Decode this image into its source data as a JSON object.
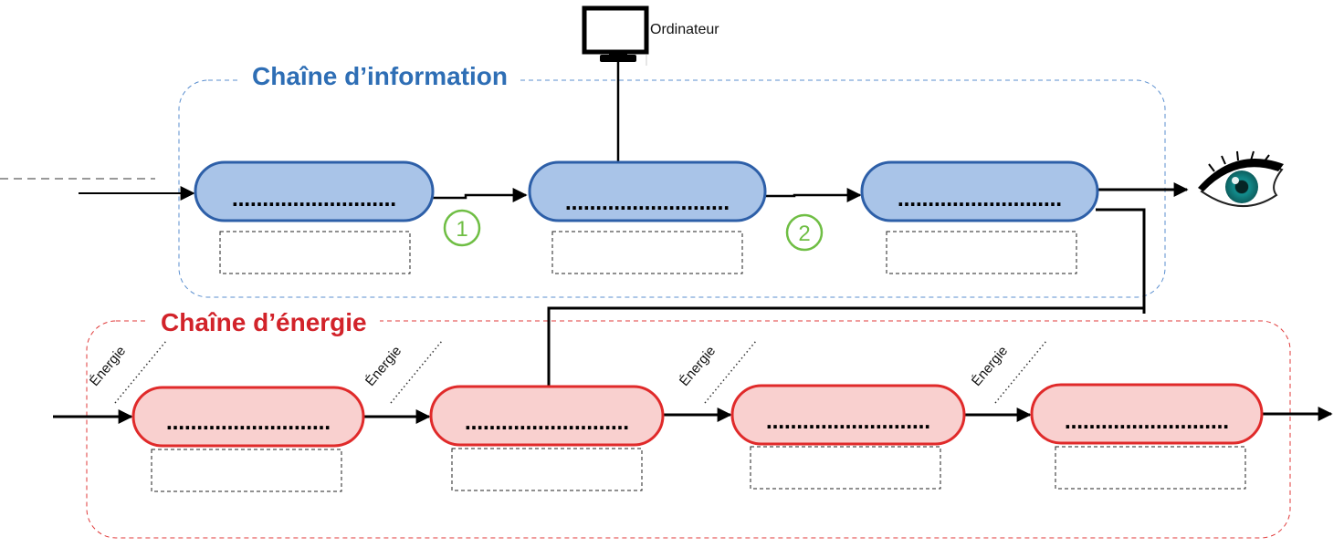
{
  "diagram": {
    "info_chain_title": "Chaîne d’information",
    "energy_chain_title": "Chaîne d’énergie",
    "computer_label": "Ordinateur",
    "energy_label": "Énergie",
    "dotted_placeholder": "………………………",
    "step_markers": [
      "1",
      "2"
    ],
    "colors": {
      "info_fill": "#a9c4e8",
      "info_stroke": "#2d5fa8",
      "energy_fill": "#f9d0cf",
      "energy_stroke": "#e02a2a",
      "marker_green": "#6fbe44",
      "info_title": "#2e6eb5",
      "energy_title": "#d2232a"
    },
    "icons": [
      "computer-monitor-icon",
      "eye-icon"
    ]
  }
}
